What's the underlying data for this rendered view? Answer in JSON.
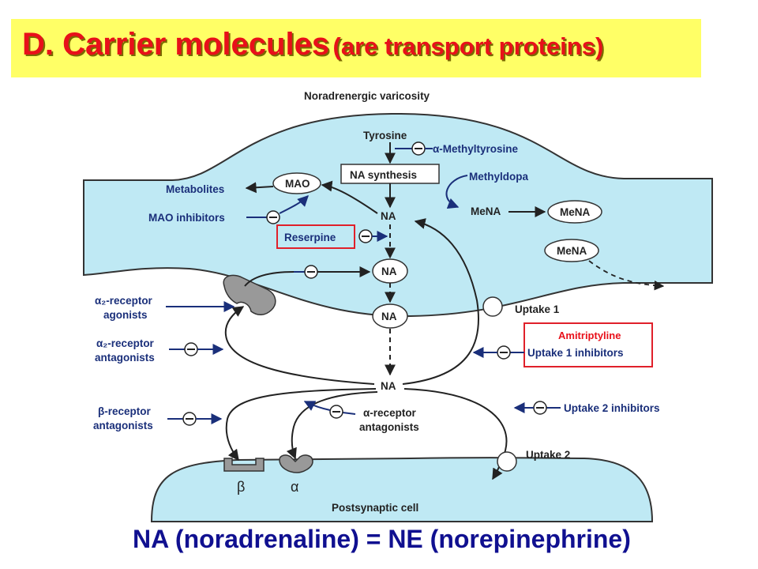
{
  "title": {
    "main": "D. Carrier molecules",
    "paren": "(are transport proteins)"
  },
  "footer": "NA (noradrenaline) = NE (norepinephrine)",
  "colors": {
    "title_red": "#e8101a",
    "title_bg": "#ffff66",
    "footer_blue": "#101090",
    "cell_fill": "#bfe9f4",
    "label_blue": "#1a2f7a",
    "highlight_red": "#e0202a"
  },
  "diagram": {
    "varicosity": "Noradrenergic varicosity",
    "tyrosine": "Tyrosine",
    "methyltyrosine": "α-Methyltyrosine",
    "na_synthesis": "NA synthesis",
    "methyldopa": "Methyldopa",
    "metabolites": "Metabolites",
    "mao": "MAO",
    "mao_inhibitors": "MAO inhibitors",
    "na": "NA",
    "mena": "MeNA",
    "reserpine": "Reserpine",
    "alpha2_agonists_1": "α₂-receptor",
    "alpha2_agonists_2": "agonists",
    "alpha2_antagonists_1": "α₂-receptor",
    "alpha2_antagonists_2": "antagonists",
    "uptake1": "Uptake 1",
    "amitriptyline": "Amitriptyline",
    "uptake1_inhibitors": "Uptake 1 inhibitors",
    "beta_antagonists_1": "β-receptor",
    "beta_antagonists_2": "antagonists",
    "alpha_antagonists_1": "α-receptor",
    "alpha_antagonists_2": "antagonists",
    "uptake2_inhibitors": "Uptake 2 inhibitors",
    "uptake2": "Uptake 2",
    "beta": "β",
    "alpha": "α",
    "postsynaptic": "Postsynaptic cell"
  }
}
